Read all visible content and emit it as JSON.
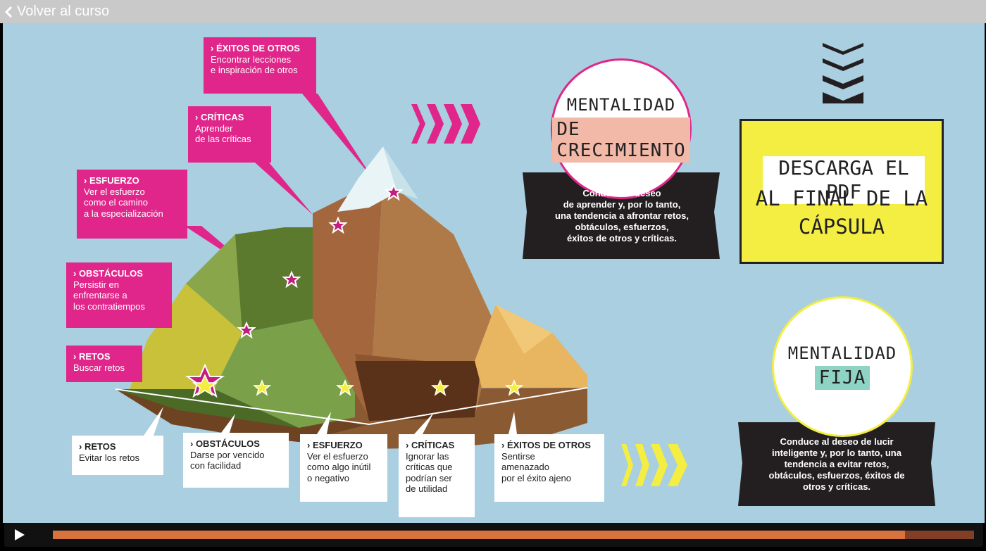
{
  "nav": {
    "back_label": "Volver al curso"
  },
  "left_cards": [
    {
      "title": "› ÉXITOS DE OTROS",
      "body": "Encontrar lecciones\ne inspiración de otros"
    },
    {
      "title": "› CRÍTICAS",
      "body": "Aprender\nde las críticas"
    },
    {
      "title": "› ESFUERZO",
      "body": "Ver el esfuerzo\ncomo el camino\na la especialización"
    },
    {
      "title": "› OBSTÁCULOS",
      "body": "Persistir en\nenfrentarse a\nlos contratiempos"
    },
    {
      "title": "› RETOS",
      "body": "Buscar retos"
    }
  ],
  "bottom_cards": [
    {
      "title": "› RETOS",
      "body": "Evitar los retos"
    },
    {
      "title": "› OBSTÁCULOS",
      "body": "Darse por vencido\ncon facilidad"
    },
    {
      "title": "› ESFUERZO",
      "body": "Ver el esfuerzo\ncomo algo inútil\no negativo"
    },
    {
      "title": "› CRÍTICAS",
      "body": "Ignorar las\ncríticas que\npodrían ser\nde utilidad"
    },
    {
      "title": "› ÉXITOS DE OTROS",
      "body": "Sentirse\namenazado\npor el éxito ajeno"
    }
  ],
  "growth": {
    "line1": "MENTALIDAD",
    "line2": "DE CRECIMIENTO",
    "desc": "Conduce al deseo\nde aprender y, por lo tanto,\nuna tendencia a afrontar retos,\nobtáculos, esfuerzos,\néxitos de otros y críticas."
  },
  "fixed": {
    "line1": "MENTALIDAD",
    "line2": "FIJA",
    "desc": "Conduce al deseo de lucir\ninteligente y, por lo tanto, una\ntendencia a evitar retos,\nobtáculos, esfuerzos, éxitos de\notros y críticas."
  },
  "pdf": {
    "line1": "DESCARGA EL PDF",
    "line2": "AL FINAL DE LA\nCÁPSULA"
  },
  "player": {
    "progress": 0.925
  },
  "colors": {
    "pink": "#e0268a",
    "yellow": "#f4ee42",
    "dark": "#231f20",
    "growth_highlight": "#f2b8a8",
    "fixed_highlight": "#8fd3c4"
  },
  "icons": {
    "back": "chevron-left-icon",
    "play": "play-icon"
  }
}
